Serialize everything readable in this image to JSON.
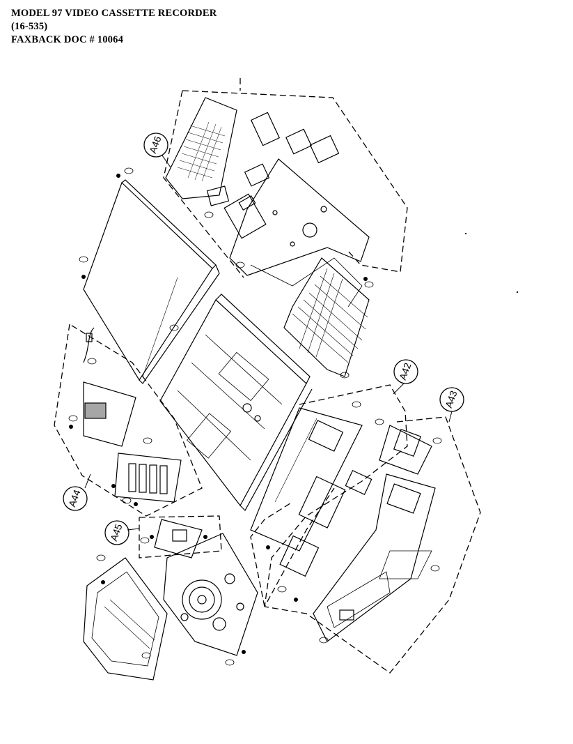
{
  "header": {
    "line1": "MODEL 97 VIDEO CASSETTE RECORDER",
    "line2": "(16-535)",
    "line3": "FAXBACK DOC # 10064"
  },
  "callouts": {
    "a46": "A46",
    "a42": "A42",
    "a43": "A43",
    "a44": "A44",
    "a45": "A45"
  },
  "icons": {
    "dashed-group-outline": "dashed-group-outline-icon",
    "screw": "screw-icon",
    "part-number-bubble": "part-number-bubble-icon"
  }
}
